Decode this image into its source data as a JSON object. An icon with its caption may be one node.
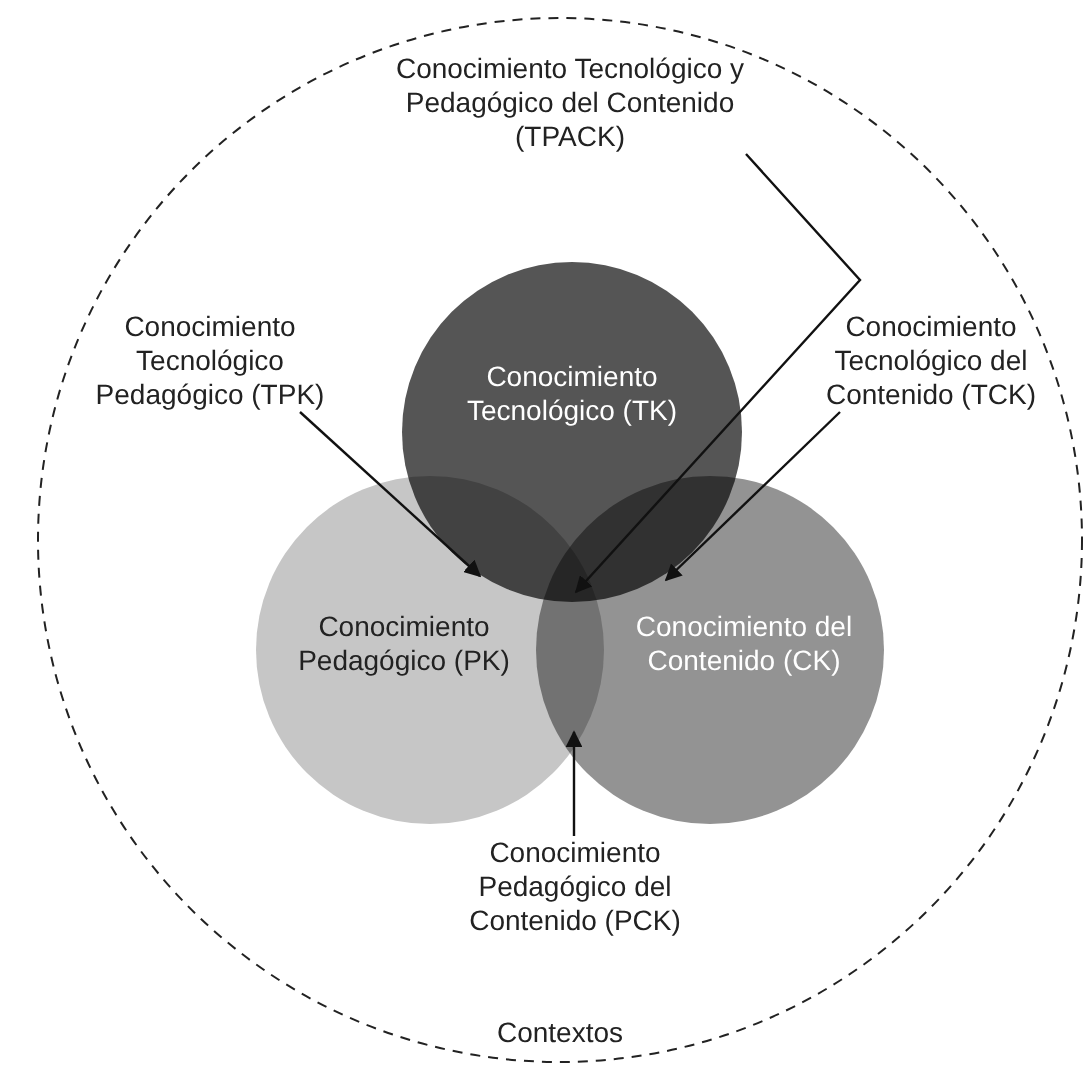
{
  "diagram": {
    "nodes": [
      {
        "text": [
          "Contextos"
        ]
      },
      {
        "text": [
          "Conocimiento Tecnológico y Pedagógico del Contenido (TPACK)"
        ],
        "in": 0
      },
      {
        "text": [
          "Conocimiento Tecnológico (TK)"
        ],
        "in": 0
      },
      {
        "text": [
          "Conocimiento Tecnológico Pedagógico (TPK)"
        ],
        "in": 0
      },
      {
        "text": [
          "Conocimiento Tecnológico del Contenido (TCK)"
        ],
        "in": 0
      },
      {
        "text": [
          "Conocimiento Pedagógico (PK)"
        ],
        "in": 0
      },
      {
        "text": [
          "Conocimiento del Contenido (CK)"
        ],
        "in": 0
      },
      {
        "text": [
          "Conocimiento Pedagógico del Contenido (PCK)"
        ],
        "in": 0
      }
    ],
    "edges": [
      {
        "from": 1,
        "to": 2,
        "arrow": "to"
      },
      {
        "from": 3,
        "to": 2,
        "arrow": "to"
      },
      {
        "from": 4,
        "to": 2,
        "arrow": "to"
      },
      {
        "from": 7,
        "to": 5,
        "arrow": "to"
      }
    ]
  }
}
